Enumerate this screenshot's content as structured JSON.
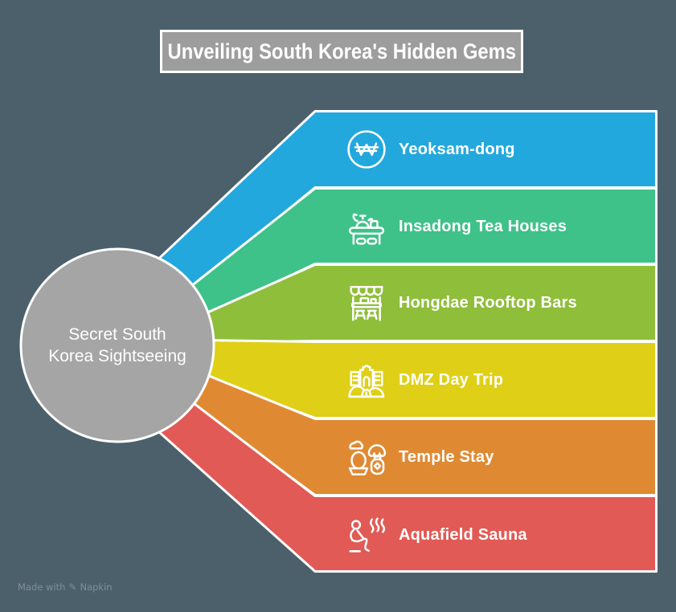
{
  "title": "Unveiling South Korea's Hidden Gems",
  "center_circle": {
    "line1": "Secret South",
    "line2": "Korea Sightseeing"
  },
  "items": [
    {
      "label": "Yeoksam-dong",
      "icon": "won-currency-icon",
      "color": "#23a8dd"
    },
    {
      "label": "Insadong Tea Houses",
      "icon": "tea-table-icon",
      "color": "#3ec289"
    },
    {
      "label": "Hongdae Rooftop Bars",
      "icon": "storefront-bar-icon",
      "color": "#8fbe3a"
    },
    {
      "label": "DMZ Day Trip",
      "icon": "gate-monument-icon",
      "color": "#dfcf17"
    },
    {
      "label": "Temple Stay",
      "icon": "temple-objects-icon",
      "color": "#df8a33"
    },
    {
      "label": "Aquafield Sauna",
      "icon": "sauna-person-icon",
      "color": "#e15a55"
    }
  ],
  "colors": {
    "background": "#4b606b",
    "circle_fill": "#a5a5a5",
    "title_box_fill": "#9d9d9d",
    "outline": "#ffffff"
  },
  "watermark": {
    "prefix": "Made with",
    "brand": "Napkin",
    "icon": "pen-icon"
  }
}
